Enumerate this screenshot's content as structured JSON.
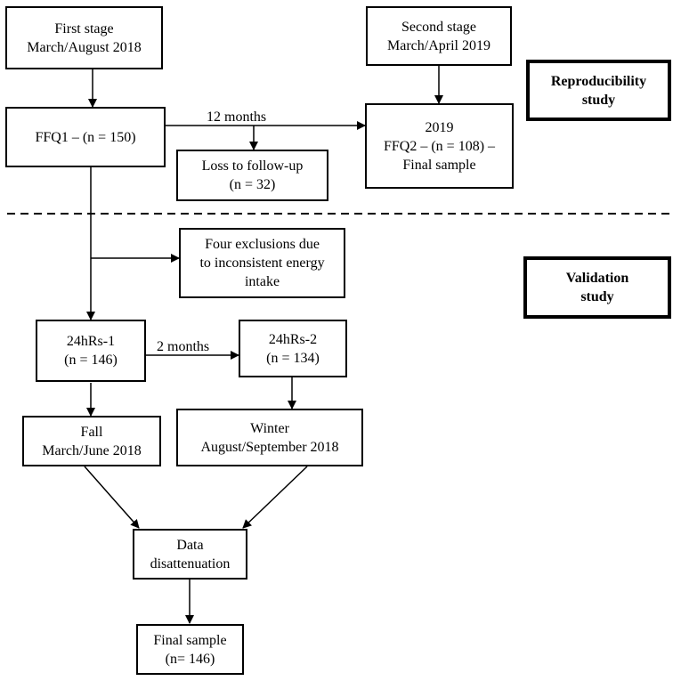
{
  "boxes": {
    "first_stage": [
      "First stage",
      "March/August 2018"
    ],
    "second_stage": [
      "Second stage",
      "March/April 2019"
    ],
    "reproducibility": [
      "Reproducibility",
      "study"
    ],
    "ffq1": [
      "FFQ1 – (n = 150)"
    ],
    "ffq2": [
      "2019",
      "FFQ2 – (n = 108) –",
      "Final sample"
    ],
    "loss": [
      "Loss to follow-up",
      "(n = 32)"
    ],
    "exclusions": [
      "Four exclusions due",
      "to inconsistent energy",
      "intake"
    ],
    "validation": [
      "Validation",
      "study"
    ],
    "r1": [
      "24hRs-1",
      "(n = 146)"
    ],
    "r2": [
      "24hRs-2",
      "(n = 134)"
    ],
    "fall": [
      "Fall",
      "March/June 2018"
    ],
    "winter": [
      "Winter",
      "August/September 2018"
    ],
    "disatt": [
      "Data",
      "disattenuation"
    ],
    "final": [
      "Final sample",
      "(n= 146)"
    ]
  },
  "edge_labels": {
    "months_12": "12 months",
    "months_2": "2 months"
  }
}
